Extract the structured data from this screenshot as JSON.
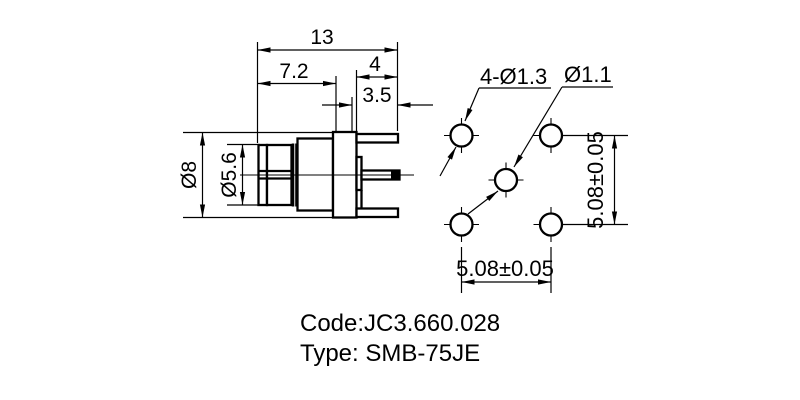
{
  "page": {
    "background": "#ffffff",
    "ink": "#000000",
    "kind": "technical drawing, SMB coaxial PCB connector"
  },
  "side_view": {
    "dims": {
      "total_length": "13",
      "body_length": "7.2",
      "rear_section": "4",
      "leg_length": "3.5",
      "outer_dia": "Ø8",
      "sleeve_dia": "Ø5.6"
    }
  },
  "footprint": {
    "labels": {
      "corner_holes": "4-Ø1.3",
      "center_hole": "Ø1.1",
      "pitch_horizontal": "5.08±0.05",
      "pitch_vertical": "5.08±0.05"
    }
  },
  "title_block": {
    "code": "Code:JC3.660.028",
    "type": "Type: SMB-75JE"
  }
}
